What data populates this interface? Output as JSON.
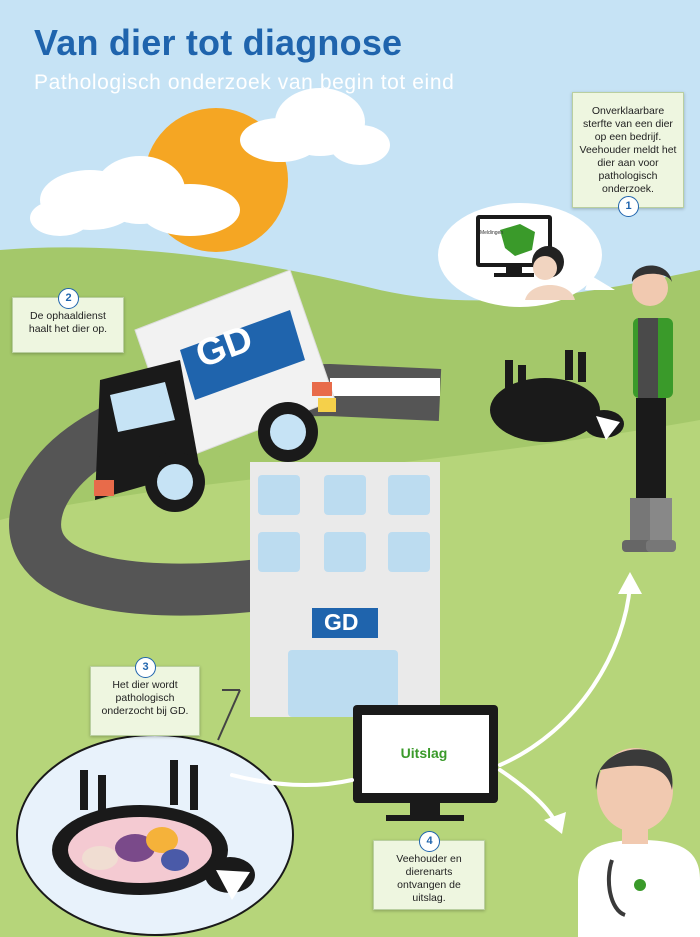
{
  "header": {
    "title": "Van dier tot diagnose",
    "subtitle": "Pathologisch onderzoek van begin tot eind"
  },
  "steps": [
    {
      "number": "1",
      "text": "Onverklaarbare sterfte van een dier op een bedrijf. Veehouder meldt het dier aan voor pathologisch onderzoek."
    },
    {
      "number": "2",
      "text": "De ophaaldienst haalt het dier op."
    },
    {
      "number": "3",
      "text": "Het dier wordt pathologisch onderzocht bij GD."
    },
    {
      "number": "4",
      "text": "Veehouder en dierenarts ontvangen de uitslag."
    }
  ],
  "monitor": {
    "label": "Meldingen"
  },
  "truck": {
    "logo": "GD"
  },
  "building": {
    "logo": "GD"
  },
  "result_screen": {
    "label": "Uitslag"
  },
  "colors": {
    "title": "#1f64ad",
    "accent_green": "#3a9a2a",
    "sky": "#c6e3f5",
    "grass": "#a4c86a",
    "road": "#555555"
  }
}
